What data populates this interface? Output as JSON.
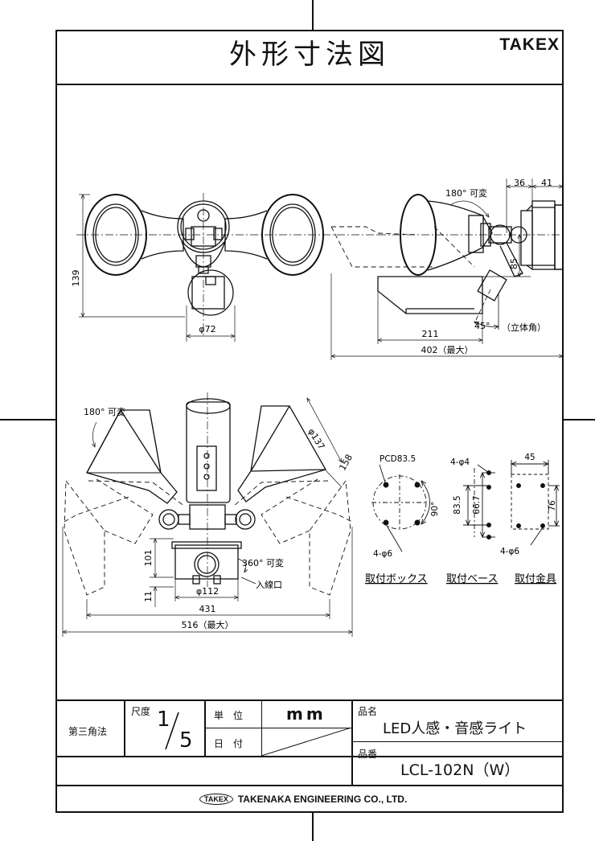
{
  "header": {
    "title": "外形寸法図",
    "brand": "TAKEX"
  },
  "front_view": {
    "dim_height": "139",
    "dim_sensor_dia": "φ72"
  },
  "side_view": {
    "angle_180": "180°  可変",
    "dim_36": "36",
    "dim_41": "41",
    "dim_85": "85",
    "angle_45": "45°",
    "solid_angle": "（立体角）",
    "dim_211": "211",
    "dim_402": "402（最大）"
  },
  "top_view": {
    "angle_180": "180°  可変",
    "dim_137": "φ137",
    "dim_158": "158",
    "angle_360": "360°  可変",
    "cable_entry": "入線口",
    "dim_101": "101",
    "dim_11": "11",
    "dim_112": "φ112",
    "dim_431": "431",
    "dim_516": "516（最大）"
  },
  "mounting": {
    "box": {
      "pcd": "PCD83.5",
      "angle": "90°",
      "holes": "4-φ6",
      "caption": "取付ボックス"
    },
    "base": {
      "holes_top": "4-φ4",
      "dim_83_5": "83.5",
      "dim_66_7": "66.7",
      "caption": "取付ベース"
    },
    "bracket": {
      "dim_45": "45",
      "dim_76": "76",
      "holes": "4-φ6",
      "caption": "取付金具"
    }
  },
  "title_block": {
    "projection": "第三角法",
    "scale_label": "尺度",
    "scale_num": "1",
    "scale_den": "5",
    "unit_label": "単　位",
    "unit_value": "mm",
    "date_label": "日　付",
    "product_label": "品名",
    "product_name": "LED人感・音感ライト",
    "model_label": "品番",
    "model_number": "LCL-102N（W）",
    "company_logo": "TAKEX",
    "company": "TAKENAKA ENGINEERING CO., LTD."
  }
}
